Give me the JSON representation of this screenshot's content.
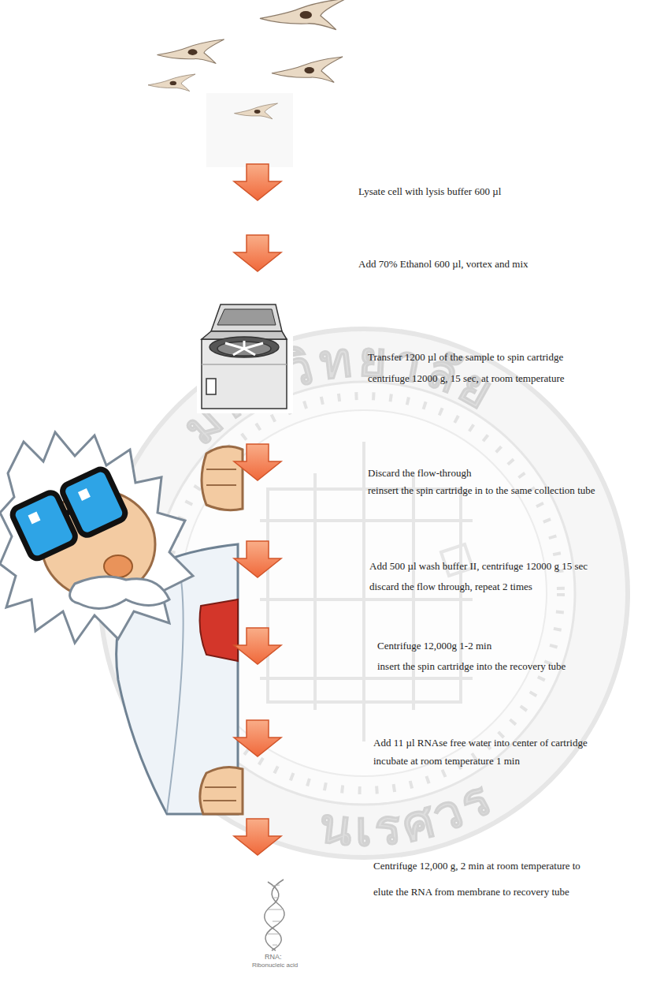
{
  "diagram": {
    "labels": [
      "Lysate cell with lysis buffer 600 µl",
      "Add 70% Ethanol 600 µl, vortex and mix",
      "Transfer 1200 µl of the sample to spin cartridge centrifuge 12000 g, 15 sec, at room temperature",
      "Discard the flow-through reinsert the spin cartridge in to the same collection tube",
      "Add 500 µl wash buffer II, centrifuge 12000 g 15 sec discard the flow through, repeat 2 times",
      "Centrifuge 12,000g 1-2 min insert the spin cartridge into the recovery tube",
      "Add 11 µl RNAse free water into center of cartridge incubate at room temperature 1 min",
      "Centrifuge 12,000 g, 2 min at room temperature to elute the RNA from membrane to recovery tube",
      "RNA:",
      "Ribonucleic acid",
      "มหาวิทยาลัย",
      "นเรศวร"
    ]
  }
}
